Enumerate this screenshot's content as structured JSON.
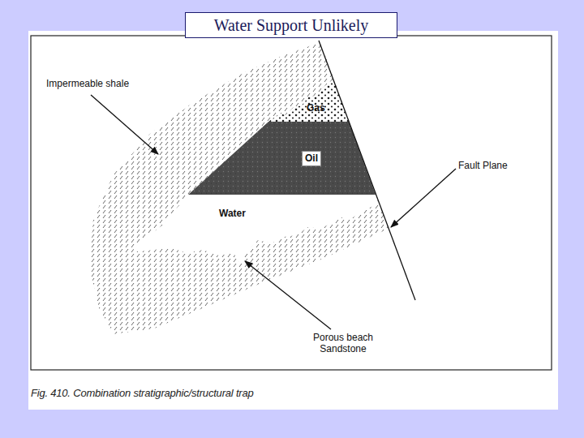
{
  "diagram": {
    "title": "Water Support Unlikely",
    "caption": "Fig. 410. Combination stratigraphic/structural trap",
    "nodes": [
      {
        "text": [
          "Gas"
        ]
      },
      {
        "text": [
          "Oil"
        ]
      },
      {
        "text": [
          "Water"
        ]
      }
    ],
    "labels": [
      "Impermeable shale",
      "Fault Plane",
      "Porous beach Sandstone"
    ]
  }
}
